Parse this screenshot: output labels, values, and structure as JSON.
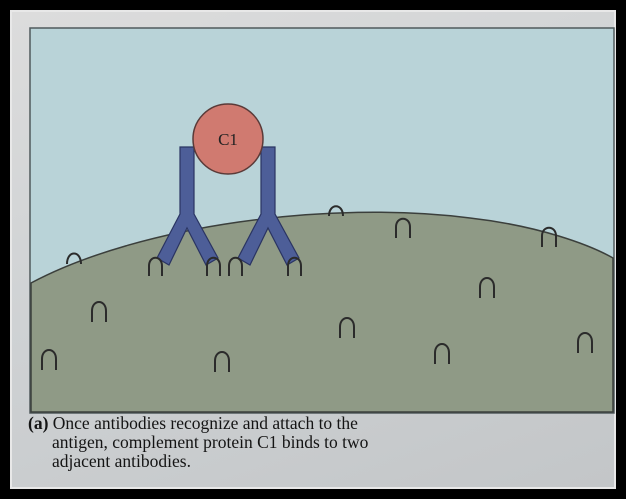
{
  "figure": {
    "c1_label": "C1",
    "colors": {
      "panel_bg": "#b9d3d8",
      "cell_fill": "#8f9a86",
      "cell_outline": "#3b3f3c",
      "antibody": "#4d5e98",
      "c1_fill": "#d07a70",
      "c1_outline": "#5a3a38",
      "antigen_stroke": "#2b2b2b"
    }
  },
  "caption": {
    "tag": "(a)",
    "line1": "Once antibodies recognize and attach to the",
    "line2": "antigen, complement protein C1 binds to two",
    "line3": "adjacent antibodies."
  }
}
